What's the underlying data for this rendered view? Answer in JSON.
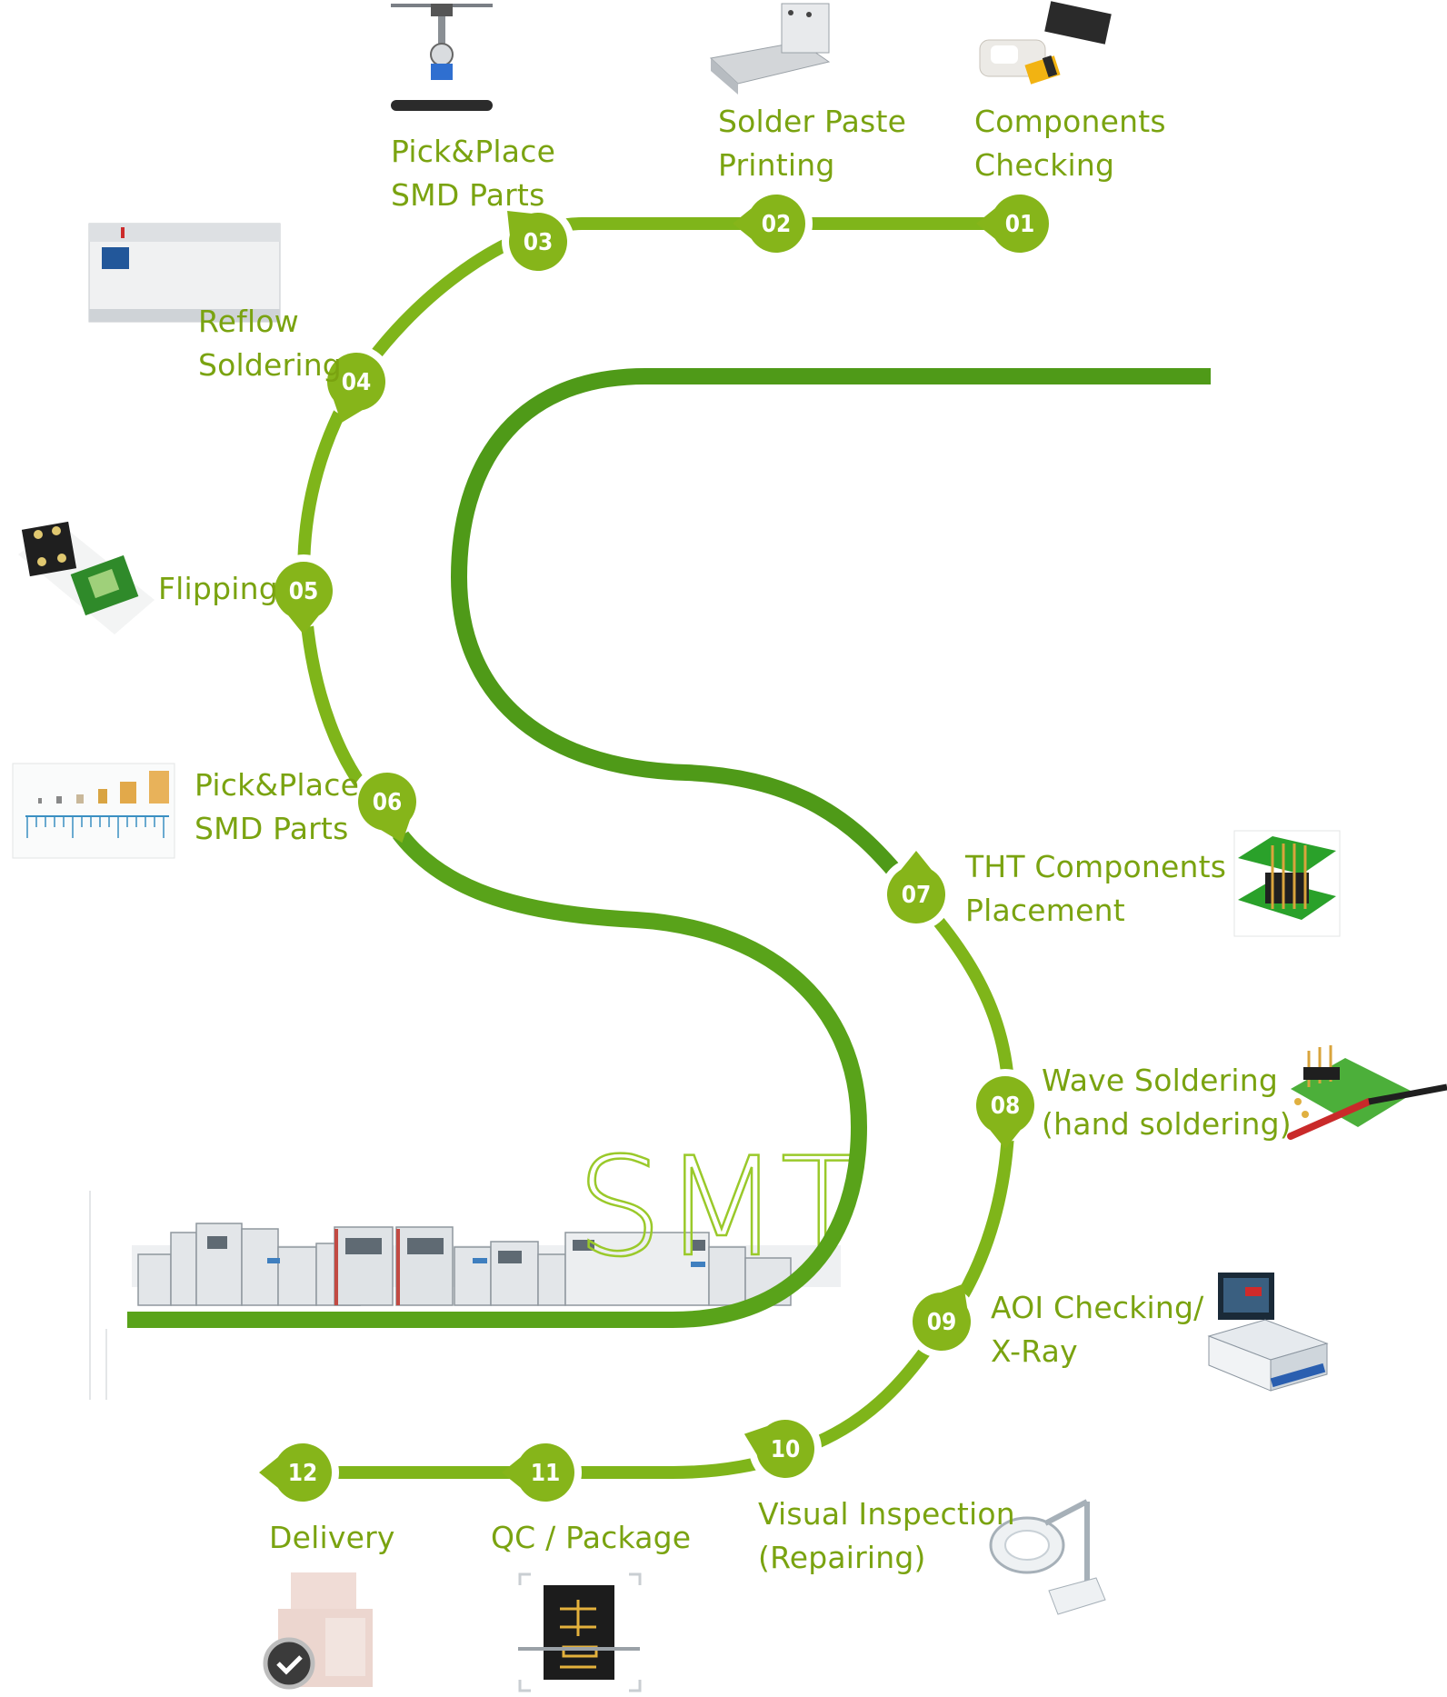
{
  "brand": {
    "text": "SMT",
    "color": "#9ac92a"
  },
  "colors": {
    "outer_path": "#7fb51a",
    "inner_path": "#4f9a18",
    "marker_fill": "#86b51a",
    "label_text": "#7aa310"
  },
  "steps": [
    {
      "number": "01",
      "label_lines": [
        "Components",
        "Checking"
      ],
      "icon": "components-icon"
    },
    {
      "number": "02",
      "label_lines": [
        "Solder Paste",
        "Printing"
      ],
      "icon": "stencil-printer-icon"
    },
    {
      "number": "03",
      "label_lines": [
        "Pick&Place",
        "SMD Parts"
      ],
      "icon": "pick-place-head-icon"
    },
    {
      "number": "04",
      "label_lines": [
        "Reflow",
        "Soldering"
      ],
      "icon": "reflow-oven-icon"
    },
    {
      "number": "05",
      "label_lines": [
        "Flipping"
      ],
      "icon": "flipping-board-icon"
    },
    {
      "number": "06",
      "label_lines": [
        "Pick&Place",
        "SMD Parts"
      ],
      "icon": "smd-parts-ruler-icon"
    },
    {
      "number": "07",
      "label_lines": [
        "THT Components",
        "Placement"
      ],
      "icon": "tht-connector-icon"
    },
    {
      "number": "08",
      "label_lines": [
        "Wave Soldering",
        "(hand soldering)"
      ],
      "icon": "soldering-iron-icon"
    },
    {
      "number": "09",
      "label_lines": [
        "AOI Checking/",
        "X-Ray"
      ],
      "icon": "xray-machine-icon"
    },
    {
      "number": "10",
      "label_lines": [
        "Visual Inspection",
        "(Repairing)"
      ],
      "icon": "magnifier-lamp-icon"
    },
    {
      "number": "11",
      "label_lines": [
        "QC / Package"
      ],
      "icon": "qc-chip-icon"
    },
    {
      "number": "12",
      "label_lines": [
        "Delivery"
      ],
      "icon": "delivery-box-icon"
    }
  ]
}
